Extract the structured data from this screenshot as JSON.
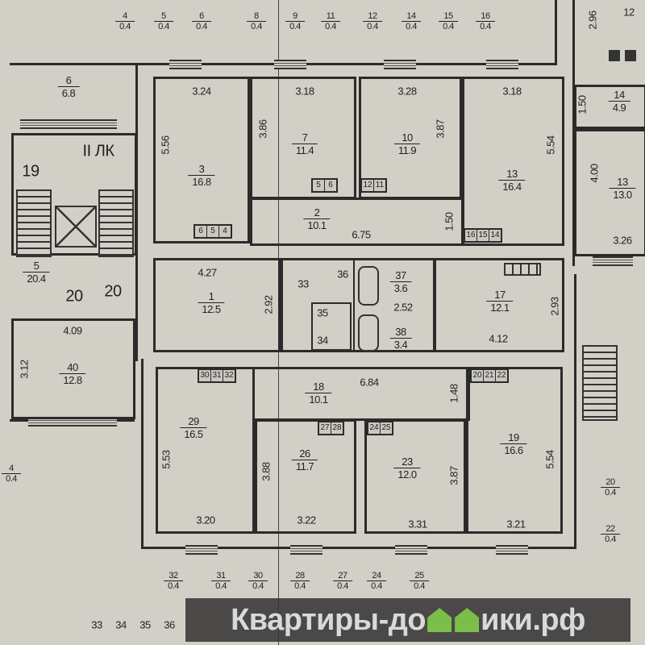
{
  "top_labels": [
    {
      "n": "4",
      "a": "0.4"
    },
    {
      "n": "5",
      "a": "0.4"
    },
    {
      "n": "6",
      "a": "0.4"
    },
    {
      "n": "8",
      "a": "0.4"
    },
    {
      "n": "9",
      "a": "0.4"
    },
    {
      "n": "11",
      "a": "0.4"
    },
    {
      "n": "12",
      "a": "0.4"
    },
    {
      "n": "14",
      "a": "0.4"
    },
    {
      "n": "15",
      "a": "0.4"
    },
    {
      "n": "16",
      "a": "0.4"
    }
  ],
  "bottom_labels": [
    {
      "n": "32",
      "a": "0.4"
    },
    {
      "n": "31",
      "a": "0.4"
    },
    {
      "n": "30",
      "a": "0.4"
    },
    {
      "n": "28",
      "a": "0.4"
    },
    {
      "n": "27",
      "a": "0.4"
    },
    {
      "n": "24",
      "a": "0.4"
    },
    {
      "n": "25",
      "a": "0.4"
    }
  ],
  "bottom_cut_labels": [
    "33",
    "34",
    "35",
    "36"
  ],
  "rooms": {
    "r3": {
      "num": "3",
      "area": "16.8",
      "w": "3.24",
      "h": "5.56",
      "closets": [
        "6",
        "5",
        "4"
      ]
    },
    "r7": {
      "num": "7",
      "area": "11.4",
      "w": "3.18",
      "h": "3.86",
      "closets": [
        "5",
        "6"
      ]
    },
    "r10": {
      "num": "10",
      "area": "11.9",
      "w": "3.28",
      "h": "3.87",
      "closets": [
        "12",
        "11"
      ]
    },
    "r13": {
      "num": "13",
      "area": "16.4",
      "w": "3.18",
      "h": "5.54",
      "closets": [
        "16",
        "15",
        "14"
      ]
    },
    "r2": {
      "num": "2",
      "area": "10.1",
      "w": "6.75",
      "h": "1.50"
    },
    "r1": {
      "num": "1",
      "area": "12.5",
      "w": "4.27",
      "h": "2.92"
    },
    "r17": {
      "num": "17",
      "area": "12.1",
      "w": "4.12",
      "h": "2.93"
    },
    "r18": {
      "num": "18",
      "area": "10.1",
      "w": "6.84",
      "h": "1.48"
    },
    "r29": {
      "num": "29",
      "area": "16.5",
      "w": "3.20",
      "h": "5.53",
      "closets": [
        "30",
        "31",
        "32"
      ]
    },
    "r26": {
      "num": "26",
      "area": "11.7",
      "w": "3.22",
      "h": "3.88",
      "closets": [
        "27",
        "28"
      ]
    },
    "r23": {
      "num": "23",
      "area": "12.0",
      "w": "3.31",
      "h": "3.87",
      "closets": [
        "24",
        "25"
      ]
    },
    "r19": {
      "num": "19",
      "area": "16.6",
      "w": "3.21",
      "h": "5.54",
      "closets": [
        "20",
        "21",
        "22"
      ]
    }
  },
  "wet": {
    "r33": "33",
    "r36": "36",
    "r35": "35",
    "r34": "34",
    "r37": {
      "num": "37",
      "area": "3.6"
    },
    "d252": "2.52",
    "r38": {
      "num": "38",
      "area": "3.4"
    }
  },
  "left": {
    "r6": {
      "num": "6",
      "area": "6.8"
    },
    "stair_label": "II ЛК",
    "n19": "19",
    "r5": {
      "num": "5",
      "area": "20.4"
    },
    "n20a": "20",
    "n20b": "20",
    "r40": {
      "num": "40",
      "area": "12.8",
      "w": "4.09",
      "h": "3.12"
    },
    "r4": {
      "num": "4",
      "area": "0.4"
    }
  },
  "right": {
    "d296": "2.96",
    "n12": "12",
    "r14": {
      "num": "14",
      "area": "4.9",
      "h": "1.50"
    },
    "r13b": {
      "num": "13",
      "area": "13.0",
      "w": "3.26",
      "h": "4.00"
    },
    "r20": {
      "num": "20",
      "area": "0.4"
    },
    "r22": {
      "num": "22",
      "area": "0.4"
    }
  },
  "watermark": {
    "before": "Квартиры-до",
    "after": "ики.рф",
    "logo": "house-icon",
    "accent": "#7bbf4a"
  }
}
